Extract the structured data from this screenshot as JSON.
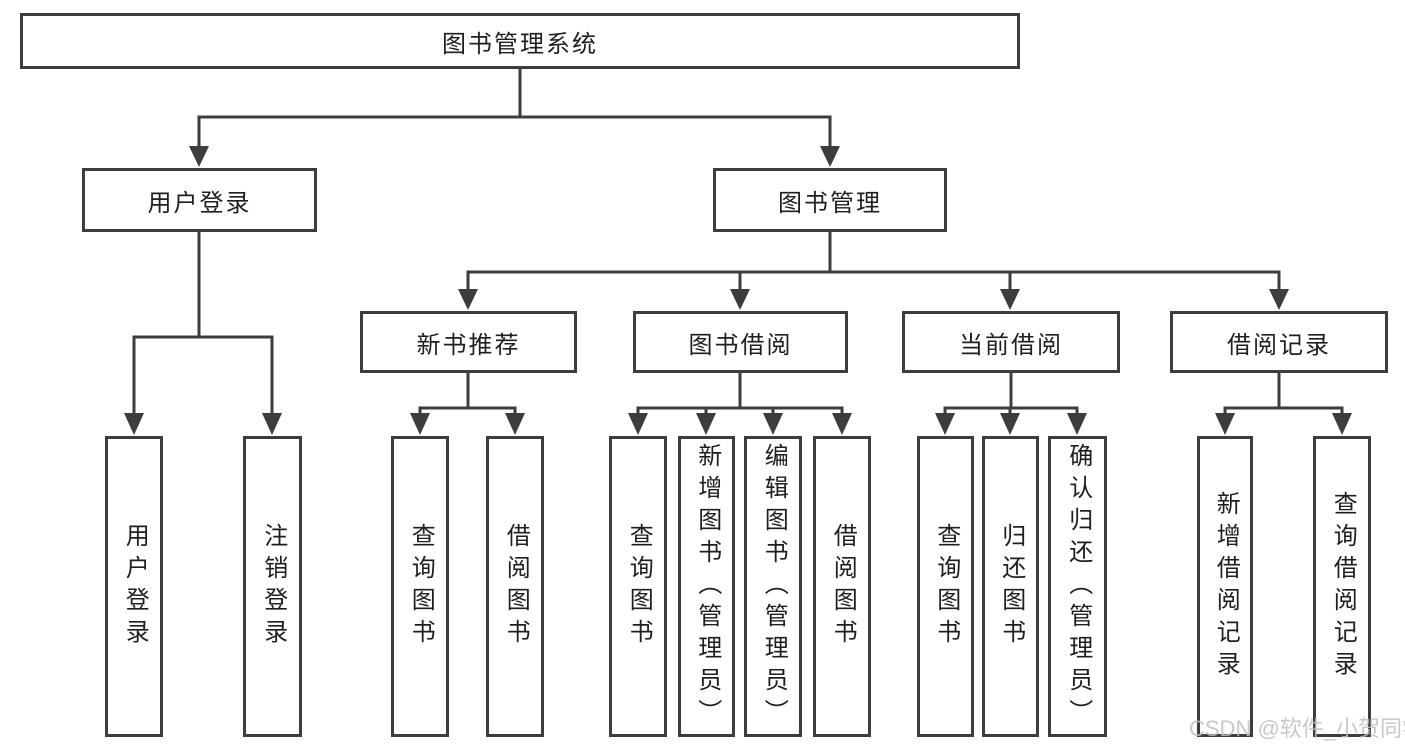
{
  "diagram_type": "hierarchy-tree",
  "colors": {
    "background": "#ffffff",
    "line": "#3d3d3d",
    "box_border": "#3d3d3d",
    "text": "#1f1f1f",
    "watermark": "#bfbfbf"
  },
  "tree": {
    "root": {
      "label": "图书管理系统",
      "children": [
        {
          "label": "用户登录",
          "children": [
            {
              "label": "用户登录"
            },
            {
              "label": "注销登录"
            }
          ]
        },
        {
          "label": "图书管理",
          "children": [
            {
              "label": "新书推荐",
              "children": [
                {
                  "label": "查询图书"
                },
                {
                  "label": "借阅图书"
                }
              ]
            },
            {
              "label": "图书借阅",
              "children": [
                {
                  "label": "查询图书"
                },
                {
                  "label": "新增图书（管理员）"
                },
                {
                  "label": "编辑图书（管理员）"
                },
                {
                  "label": "借阅图书"
                }
              ]
            },
            {
              "label": "当前借阅",
              "children": [
                {
                  "label": "查询图书"
                },
                {
                  "label": "归还图书"
                },
                {
                  "label": "确认归还（管理员）"
                }
              ]
            },
            {
              "label": "借阅记录",
              "children": [
                {
                  "label": "新增借阅记录"
                },
                {
                  "label": "查询借阅记录"
                }
              ]
            }
          ]
        }
      ]
    }
  },
  "watermark": {
    "text": "CSDN @软件_小贺同学"
  }
}
